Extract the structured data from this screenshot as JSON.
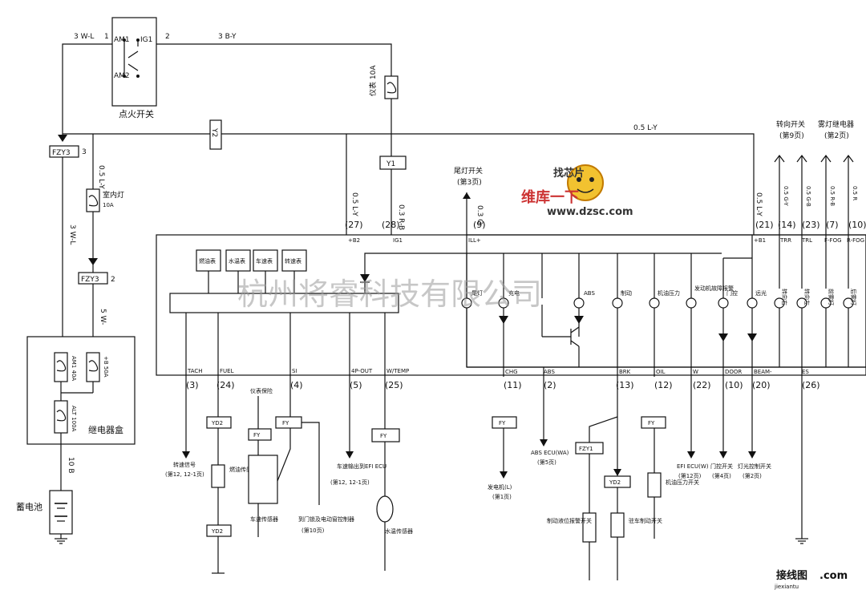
{
  "ignition": {
    "title": "点火开关",
    "am1": "AM1",
    "am2": "AM2",
    "ig1": "IG1",
    "pin1": "1",
    "pin2": "2",
    "wire_left": "3 W-L",
    "wire_right": "3 B-Y"
  },
  "fuse_gauge": {
    "label": "仪表 10A"
  },
  "connectors": {
    "y2": "Y2",
    "y1": "Y1",
    "fzy3_a": "FZY3",
    "fzy3_a_pin": "3",
    "fzy3_b": "FZY3",
    "fzy3_b_pin": "2"
  },
  "dome_fuse": {
    "label": "室内灯",
    "rating": "10A"
  },
  "relay_box": {
    "title": "继电器盒",
    "fuse1": "AM1 40A",
    "fuse2": "+B 50A",
    "fuse3": "ALT 100A"
  },
  "battery": {
    "title": "蓄电池",
    "wire": "10 B"
  },
  "left_wires": {
    "w1": "0.5 L-Y",
    "w2": "3 W-L",
    "w3": "5 W-"
  },
  "top_bus": {
    "wire": "0.5 L-Y"
  },
  "panel_pins": {
    "p27": "(27)",
    "p28": "(28)",
    "p9": "(9)",
    "p21": "(21)",
    "p14": "(14)",
    "p23": "(23)",
    "p7": "(7)",
    "p10": "(10)",
    "b2": "+B2",
    "ig1": "IG1",
    "ill": "ILL+",
    "b1": "+B1",
    "trr": "TRR",
    "trl": "TRL",
    "ffog": "F-FOG",
    "rfog": "R-FOG",
    "w27": "0.5 L-Y",
    "w28": "0.3 R-B",
    "w9": "0.3 G",
    "w21": "0.5 L-Y",
    "w14": "0.5 G-Y",
    "w23": "0.5 G-B",
    "w7": "0.5 R-B",
    "w10": "0.5 R"
  },
  "top_refs": {
    "tail_switch": "尾灯开关",
    "tail_page": "(第3页)",
    "turn_switch": "转向开关",
    "turn_page": "(第9页)",
    "fog_relay": "雾灯继电器",
    "fog_page": "(第2页)"
  },
  "gauges": [
    "燃油表",
    "水温表",
    "车速表",
    "转速表"
  ],
  "lamps": [
    "尾灯",
    "充电",
    "ABS",
    "制动",
    "机油压力",
    "发动机故障报警",
    "门控",
    "远光",
    "转向右",
    "转向左",
    "前雾灯",
    "后雾灯"
  ],
  "bottom_pins": {
    "tach": "TACH",
    "fuel": "FUEL",
    "si": "SI",
    "spout": "4P-OUT",
    "wtemp": "W/TEMP",
    "chg": "CHG",
    "abs": "ABS",
    "brk": "BRK",
    "oil": "OIL",
    "w": "W",
    "door": "DOOR",
    "beam": "BEAM-",
    "es": "ES"
  },
  "bottom_nums": {
    "n3": "(3)",
    "n24": "(24)",
    "n4": "(4)",
    "n5": "(5)",
    "n25": "(25)",
    "n11": "(11)",
    "n2": "(2)",
    "n13": "(13)",
    "n12": "(12)",
    "n22": "(22)",
    "n10": "(10)",
    "n20": "(20)",
    "n26": "(26)"
  },
  "bottom_parts": {
    "tach_label": "转速信号",
    "tach_page": "(第12, 12-1页)",
    "fuel_sensor": "燃油传感器",
    "yd2_a": "YD2",
    "yd2_b": "YD2",
    "fy": "FY",
    "fzy1": "FZY1",
    "yd2_c": "YD2",
    "gauge_fuse": "仪表保险",
    "speed_sensor": "车速传感器",
    "door_ctrl": "到门锁及电动窗控制器",
    "door_ctrl_page": "(第10页)",
    "speed_out": "车速输出到EFI ECU",
    "speed_out_page": "(第12, 12-1页)",
    "water_sensor": "水温传感器",
    "alternator": "发电机(L)",
    "alternator_page": "(第1页)",
    "abs_ecu": "ABS ECU(WA)",
    "abs_page": "(第5页)",
    "brake_fluid": "制动液位报警开关",
    "parking": "驻车制动开关",
    "oil_switch": "机油压力开关",
    "efi": "EFI ECU(W)",
    "efi_page": "(第12页)",
    "door_sw": "门控开关",
    "door_sw_page": "(第4页)",
    "light_sw": "灯光控制开关",
    "light_sw_page": "(第2页)"
  },
  "watermark": {
    "company": "杭州将睿科技有限公司",
    "site": "www.dzsc.com",
    "logo_text": "维库一下",
    "logo_top": "找芯片",
    "bottom_right": "接线图",
    "bottom_domain": "jiexiantu",
    "bottom_com": ".com"
  }
}
